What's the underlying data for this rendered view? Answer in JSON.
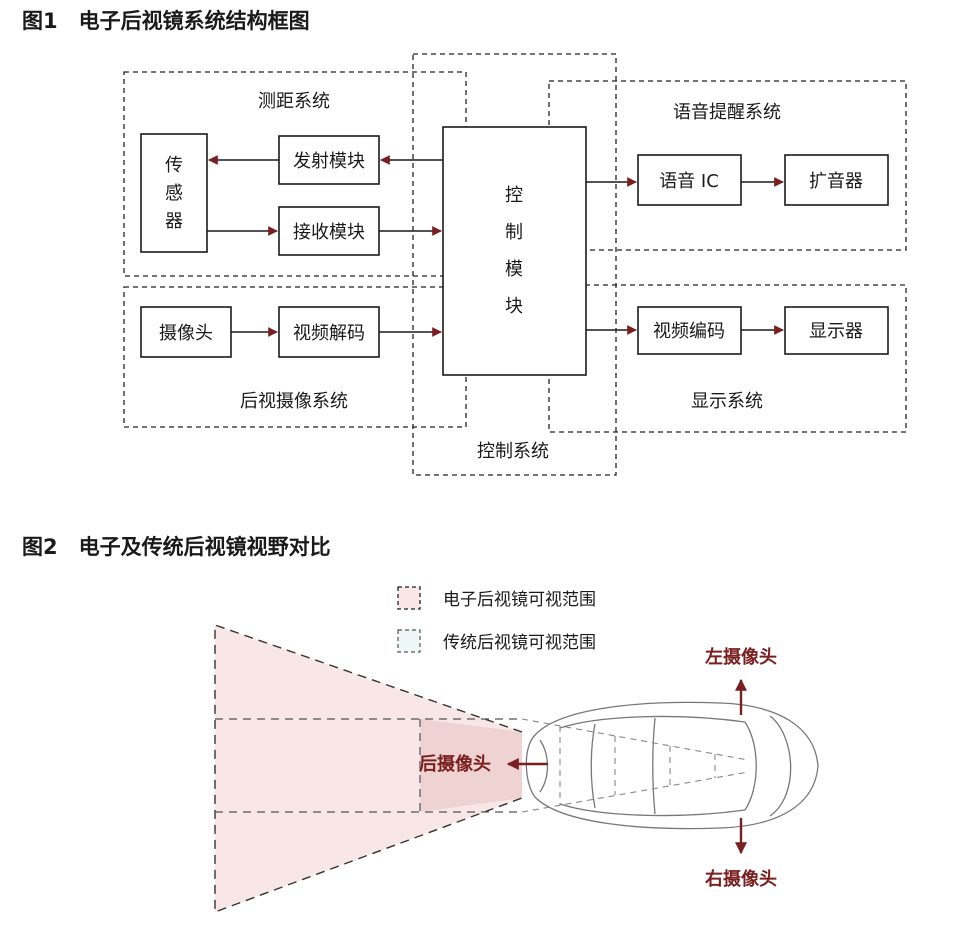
{
  "figure1": {
    "title": "图1　电子后视镜系统结构框图",
    "groups": {
      "ranging": "测距系统",
      "rear_camera": "后视摄像系统",
      "control": "控制系统",
      "voice": "语音提醒系统",
      "display": "显示系统"
    },
    "boxes": {
      "sensor": [
        "传",
        "感",
        "器"
      ],
      "transmitter": "发射模块",
      "receiver": "接收模块",
      "camera": "摄像头",
      "video_decode": "视频解码",
      "control_module": [
        "控",
        "制",
        "模",
        "块"
      ],
      "voice_ic": "语音 IC",
      "amplifier": "扩音器",
      "video_encode": "视频编码",
      "display": "显示器"
    }
  },
  "figure2": {
    "title": "图2　电子及传统后视镜视野对比",
    "legend": {
      "electronic": "电子后视镜可视范围",
      "traditional": "传统后视镜可视范围"
    },
    "labels": {
      "left_camera": "左摄像头",
      "right_camera": "右摄像头",
      "rear_camera": "后摄像头"
    },
    "colors": {
      "electronic_fill": "#f9e6e6",
      "traditional_fill": "#eef6f6",
      "arrow": "#7a1f1f"
    }
  }
}
